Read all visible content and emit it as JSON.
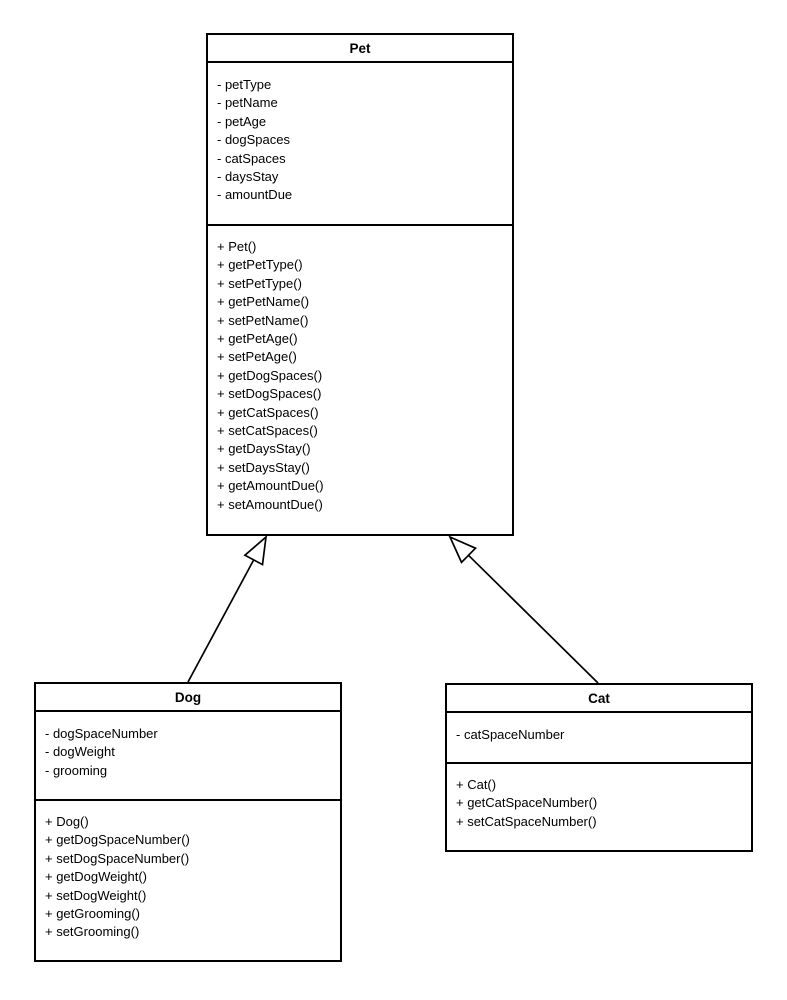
{
  "diagram": {
    "classes": [
      {
        "id": "pet",
        "name": "Pet",
        "attributes": [
          "- petType",
          "- petName",
          "- petAge",
          "- dogSpaces",
          "- catSpaces",
          "- daysStay",
          "- amountDue"
        ],
        "methods": [
          "+ Pet()",
          "+ getPetType()",
          "+ setPetType()",
          "+ getPetName()",
          "+ setPetName()",
          "+ getPetAge()",
          "+ setPetAge()",
          "+ getDogSpaces()",
          "+ setDogSpaces()",
          "+ getCatSpaces()",
          "+ setCatSpaces()",
          "+ getDaysStay()",
          "+ setDaysStay()",
          "+ getAmountDue()",
          "+ setAmountDue()"
        ]
      },
      {
        "id": "dog",
        "name": "Dog",
        "attributes": [
          "- dogSpaceNumber",
          "- dogWeight",
          "- grooming"
        ],
        "methods": [
          "+ Dog()",
          "+ getDogSpaceNumber()",
          "+ setDogSpaceNumber()",
          "+ getDogWeight()",
          "+ setDogWeight()",
          "+ getGrooming()",
          "+ setGrooming()"
        ]
      },
      {
        "id": "cat",
        "name": "Cat",
        "attributes": [
          "- catSpaceNumber"
        ],
        "methods": [
          "+ Cat()",
          "+ getCatSpaceNumber()",
          "+ setCatSpaceNumber()"
        ]
      }
    ],
    "relations": [
      {
        "type": "generalization",
        "from": "Dog",
        "to": "Pet"
      },
      {
        "type": "generalization",
        "from": "Cat",
        "to": "Pet"
      }
    ],
    "colors": {
      "stroke": "#000000",
      "background": "#ffffff",
      "text": "#000000"
    }
  }
}
